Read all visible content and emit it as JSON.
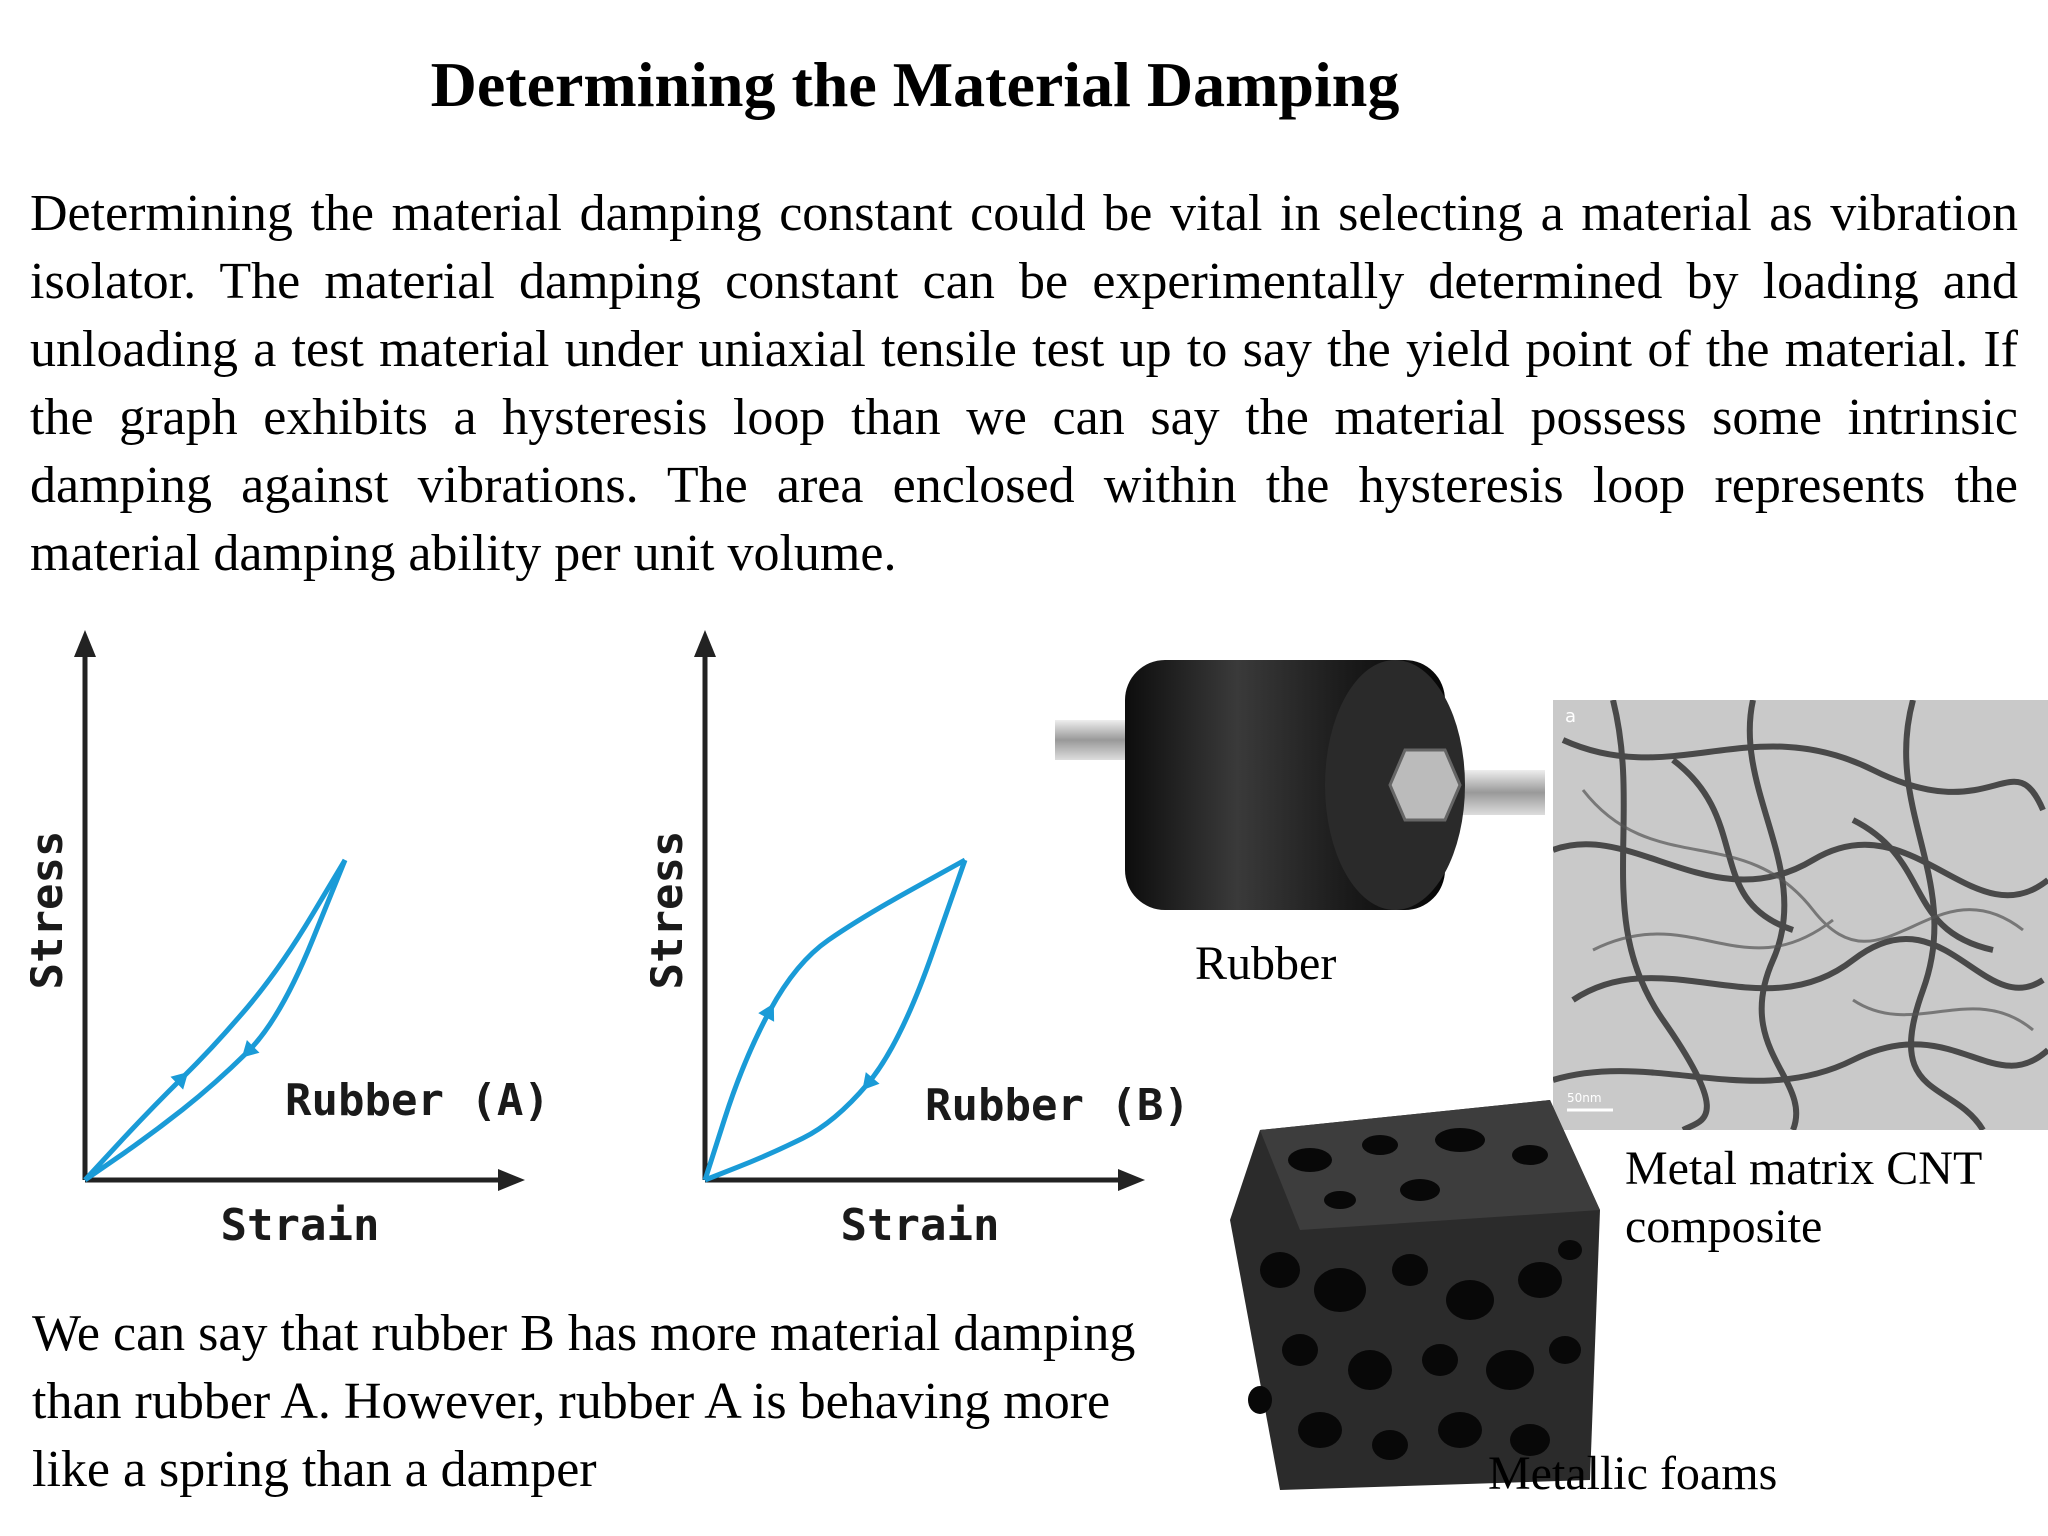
{
  "slide": {
    "title": "Determining the Material Damping",
    "intro": "Determining the material damping constant could be vital in selecting a material as vibration isolator. The material damping constant can be experimentally determined by loading and unloading a test material under uniaxial tensile test up to say the yield point of the material. If the graph exhibits a hysteresis loop than we can say the material possess some intrinsic damping against vibrations. The area enclosed within the hysteresis loop represents the material damping ability per unit volume.",
    "conclusion": "We can say that rubber B has more material damping than rubber A. However, rubber A is behaving more like a spring than a damper"
  },
  "chart_data": [
    {
      "type": "line",
      "title": "Rubber (A)",
      "xlabel": "Strain",
      "ylabel": "Stress",
      "color": "#1a9bd7",
      "series": [
        {
          "x": [
            0,
            0.25,
            0.5,
            0.75,
            1.0
          ],
          "y": [
            0,
            0.22,
            0.42,
            0.66,
            1.0
          ]
        },
        {
          "x": [
            1.0,
            0.75,
            0.5,
            0.25,
            0
          ],
          "y": [
            1.0,
            0.5,
            0.3,
            0.14,
            0
          ]
        }
      ]
    },
    {
      "type": "line",
      "title": "Rubber (B)",
      "xlabel": "Strain",
      "ylabel": "Stress",
      "color": "#1a9bd7",
      "series": [
        {
          "x": [
            0,
            0.15,
            0.35,
            0.6,
            1.0
          ],
          "y": [
            0,
            0.38,
            0.68,
            0.82,
            1.0
          ]
        },
        {
          "x": [
            1.0,
            0.75,
            0.5,
            0.25,
            0
          ],
          "y": [
            1.0,
            0.42,
            0.18,
            0.08,
            0
          ]
        }
      ]
    }
  ],
  "images": {
    "rubber": {
      "caption": "Rubber",
      "icon": "rubber-mount-photo"
    },
    "cnt": {
      "caption": "Metal matrix CNT composite",
      "corner_label": "a",
      "scale_label": "50nm",
      "icon": "cnt-micrograph-photo"
    },
    "foam": {
      "caption": "Metallic foams",
      "icon": "metal-foam-photo"
    }
  }
}
